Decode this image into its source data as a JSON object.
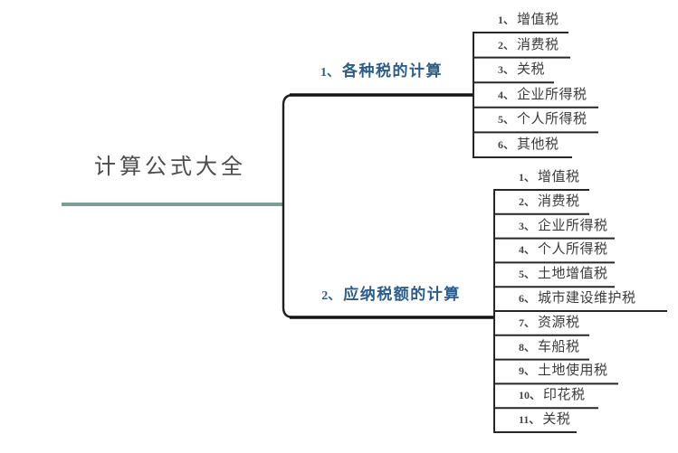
{
  "root": {
    "label": "计算公式大全"
  },
  "branches": [
    {
      "num": "1、",
      "title": "各种税的计算",
      "children": [
        {
          "num": "1、",
          "text": "增值税"
        },
        {
          "num": "2、",
          "text": "消费税"
        },
        {
          "num": "3、",
          "text": "关税"
        },
        {
          "num": "4、",
          "text": "企业所得税"
        },
        {
          "num": "5、",
          "text": "个人所得税"
        },
        {
          "num": "6、",
          "text": "其他税"
        }
      ]
    },
    {
      "num": "2、",
      "title": "应纳税额的计算",
      "children": [
        {
          "num": "1、",
          "text": "增值税"
        },
        {
          "num": "2、",
          "text": "消费税"
        },
        {
          "num": "3、",
          "text": "企业所得税"
        },
        {
          "num": "4、",
          "text": "个人所得税"
        },
        {
          "num": "5、",
          "text": "土地增值税"
        },
        {
          "num": "6、",
          "text": "城市建设维护税"
        },
        {
          "num": "7、",
          "text": "资源税"
        },
        {
          "num": "8、",
          "text": "车船税"
        },
        {
          "num": "9、",
          "text": "土地使用税"
        },
        {
          "num": "10、",
          "text": "印花税"
        },
        {
          "num": "11、",
          "text": "关税"
        }
      ]
    }
  ],
  "colors": {
    "root_underline_teal": "#7b9e97",
    "branch_text_blue": "#2b5d8c",
    "connector_dark": "#1f1f1f",
    "leaf_text": "#3b3b3b",
    "root_text": "#4c4c4c"
  }
}
